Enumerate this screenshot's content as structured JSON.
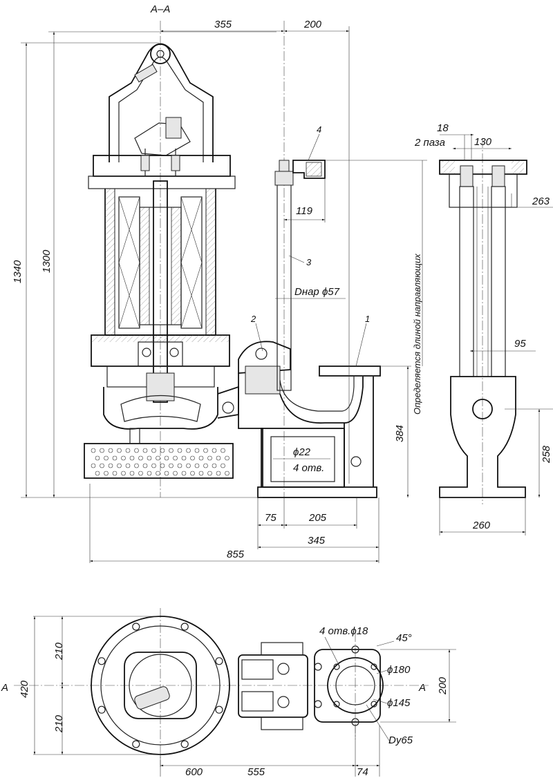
{
  "section_label": "А–А",
  "section_marks": [
    "А",
    "А"
  ],
  "part_numbers": [
    "1",
    "2",
    "3",
    "4"
  ],
  "dimensions": {
    "top_355": "355",
    "top_200": "200",
    "h_1340": "1340",
    "h_1300": "1300",
    "d_119": "119",
    "d_outer": "Dнар ϕ57",
    "holes_22": "ϕ22",
    "holes_22_count": "4 отв.",
    "h_384": "384",
    "b_75": "75",
    "b_205": "205",
    "b_345": "345",
    "b_855": "855",
    "s_18": "18",
    "s_grooves": "2 паза",
    "s_130": "130",
    "s_263": "263",
    "s_95": "95",
    "s_258": "258",
    "s_260": "260",
    "guide_note": "Определяется длиной направляющих",
    "p_420": "420",
    "p_210a": "210",
    "p_210b": "210",
    "p_holes18": "4 отв.ϕ18",
    "p_45": "45°",
    "p_180": "ϕ180",
    "p_145": "ϕ145",
    "p_200": "200",
    "p_dy": "Dy65",
    "p_600": "600",
    "p_555": "555",
    "p_74": "74"
  }
}
